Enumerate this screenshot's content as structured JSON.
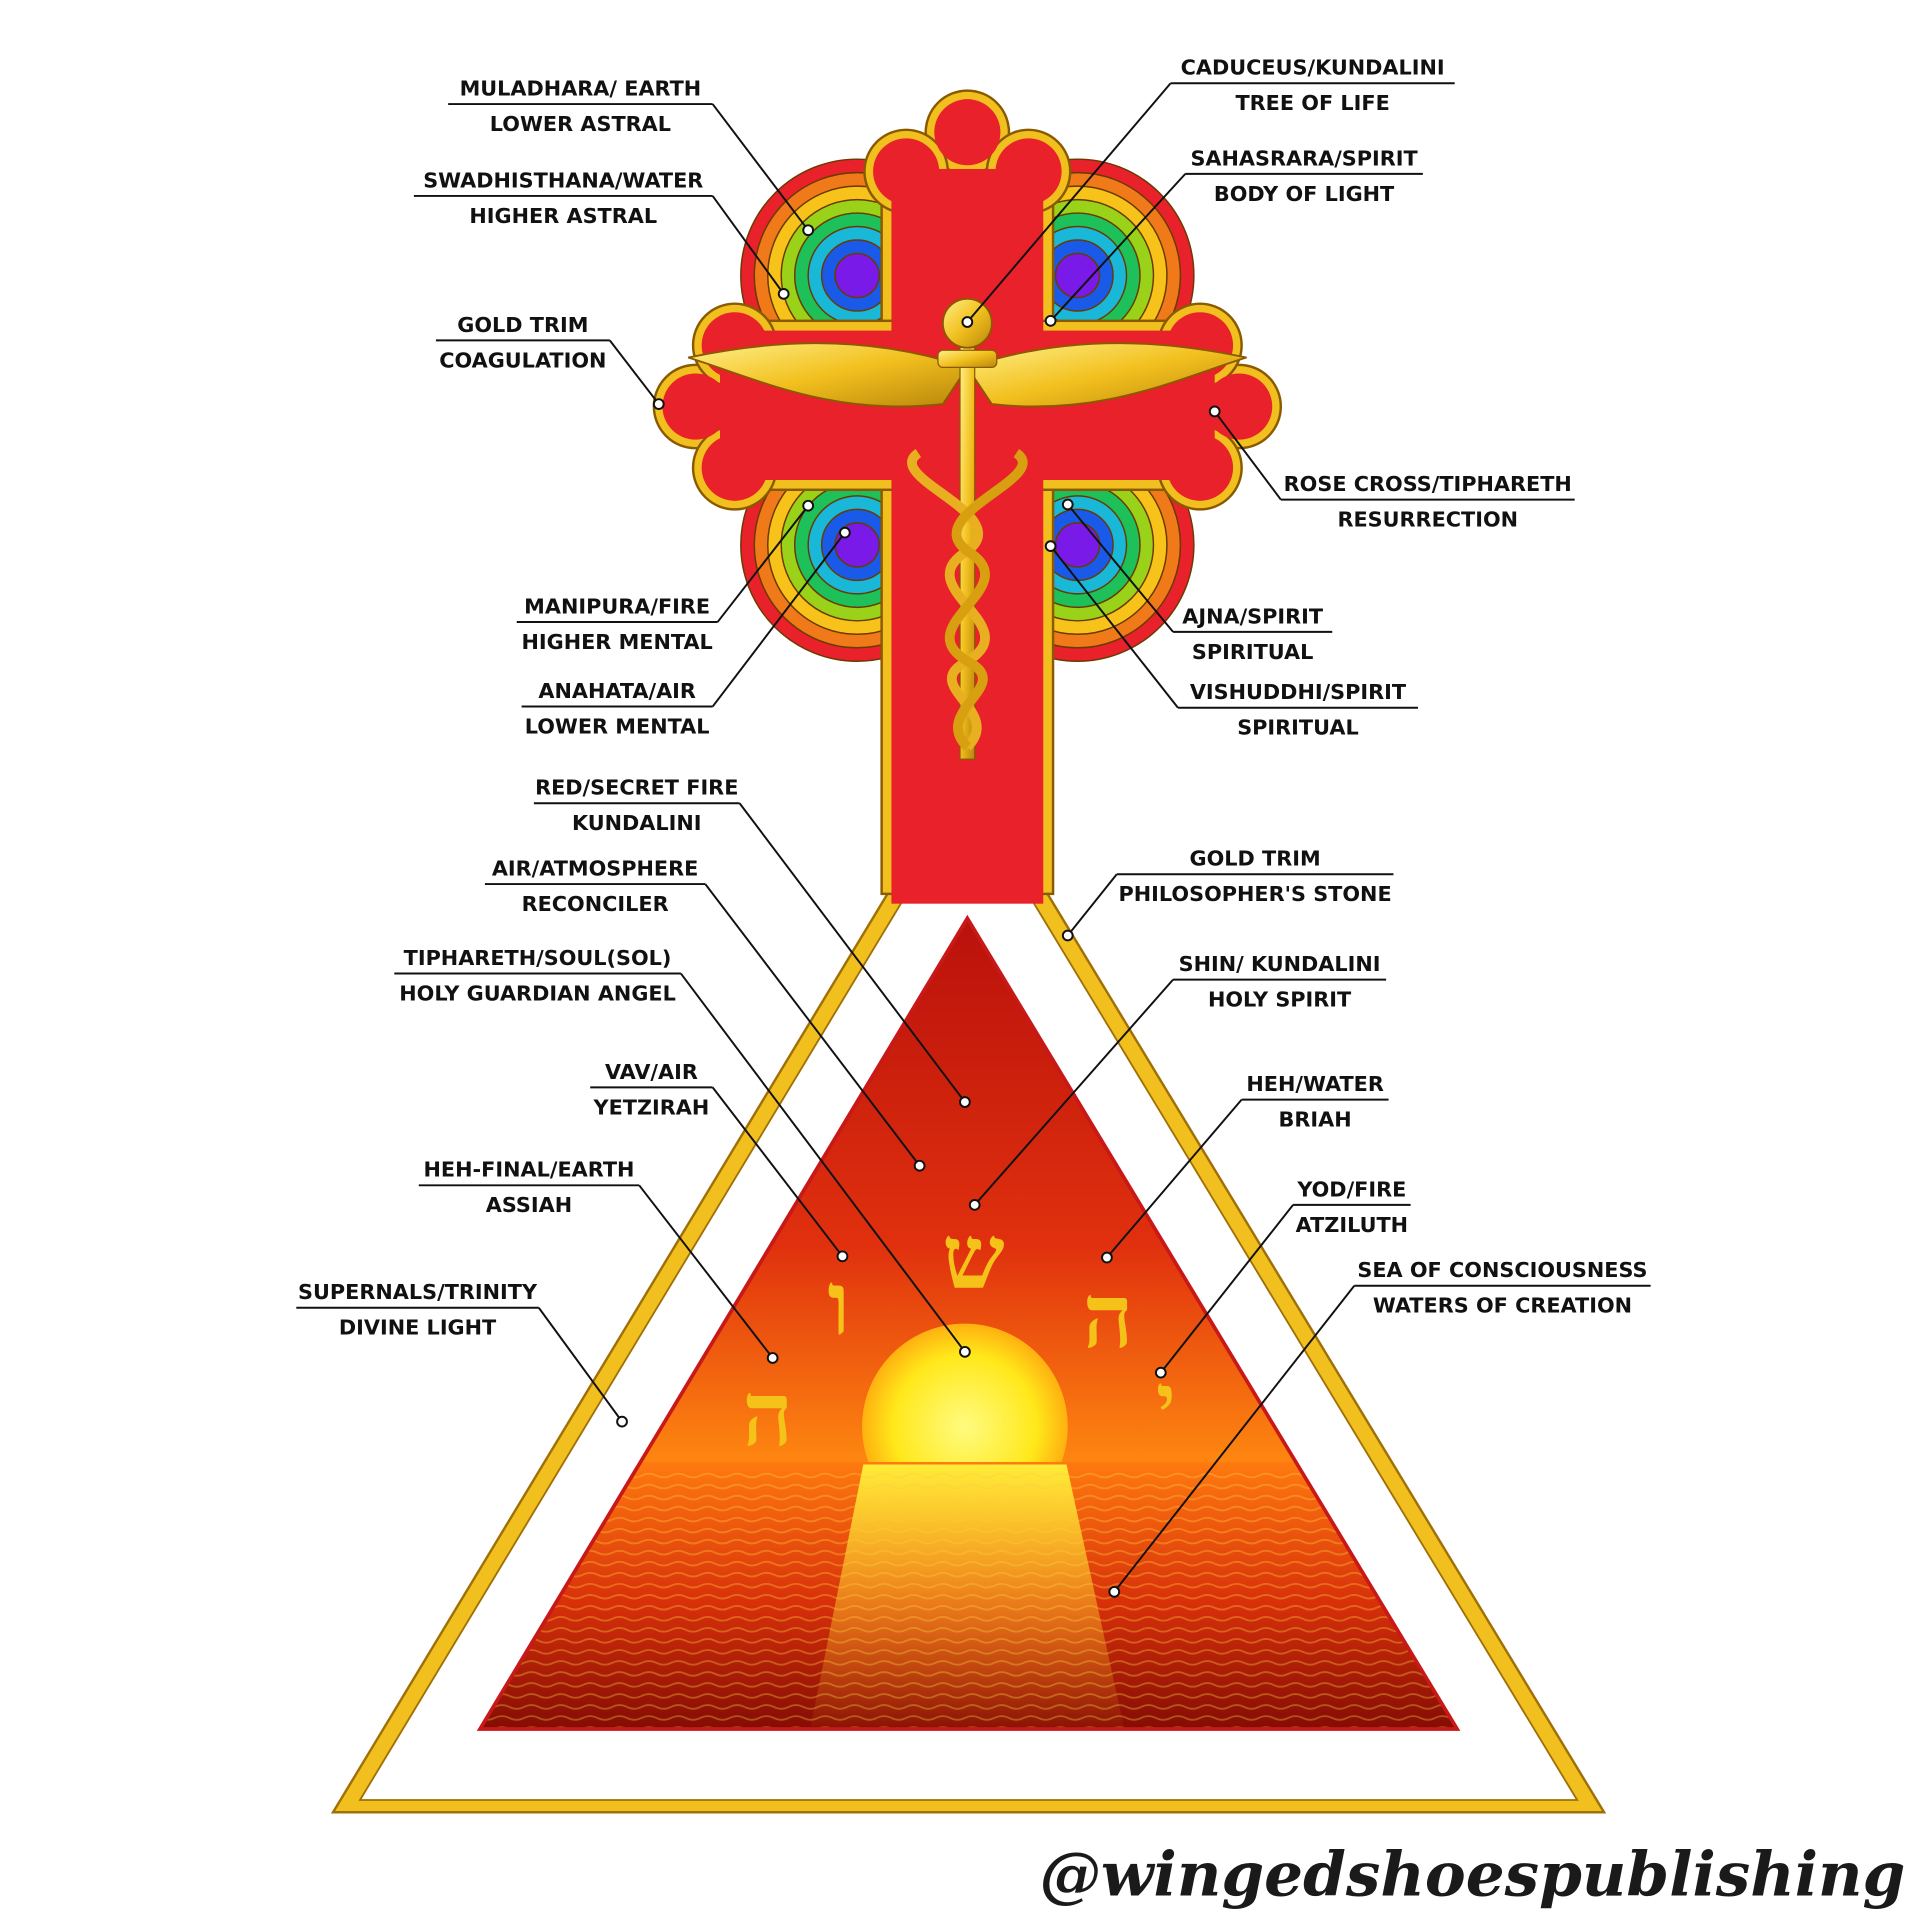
{
  "labels": [
    {
      "id": "muladhara",
      "line1": "MULADHARA/ EARTH",
      "line2": "LOWER ASTRAL"
    },
    {
      "id": "swadhisthana",
      "line1": "SWADHISTHANA/WATER",
      "line2": "HIGHER ASTRAL"
    },
    {
      "id": "gold-trim-coagulation",
      "line1": "GOLD TRIM",
      "line2": "COAGULATION"
    },
    {
      "id": "manipura",
      "line1": "MANIPURA/FIRE",
      "line2": "HIGHER MENTAL"
    },
    {
      "id": "anahata",
      "line1": "ANAHATA/AIR",
      "line2": "LOWER MENTAL"
    },
    {
      "id": "red-secret-fire",
      "line1": "RED/SECRET FIRE",
      "line2": "KUNDALINI"
    },
    {
      "id": "air-atmosphere",
      "line1": "AIR/ATMOSPHERE",
      "line2": "RECONCILER"
    },
    {
      "id": "tiphareth-soul",
      "line1": "TIPHARETH/SOUL(SOL)",
      "line2": "HOLY GUARDIAN ANGEL"
    },
    {
      "id": "vav-air",
      "line1": "VAV/AIR",
      "line2": "YETZIRAH"
    },
    {
      "id": "heh-final-earth",
      "line1": "HEH-FINAL/EARTH",
      "line2": "ASSIAH"
    },
    {
      "id": "supernals-trinity",
      "line1": "SUPERNALS/TRINITY",
      "line2": "DIVINE LIGHT"
    },
    {
      "id": "caduceus",
      "line1": "CADUCEUS/KUNDALINI",
      "line2": "TREE OF LIFE"
    },
    {
      "id": "sahasrara",
      "line1": "SAHASRARA/SPIRIT",
      "line2": "BODY OF LIGHT"
    },
    {
      "id": "rose-cross",
      "line1": "ROSE CROSS/TIPHARETH",
      "line2": "RESURRECTION"
    },
    {
      "id": "ajna",
      "line1": "AJNA/SPIRIT",
      "line2": "SPIRITUAL"
    },
    {
      "id": "vishuddhi",
      "line1": "VISHUDDHI/SPIRIT",
      "line2": "SPIRITUAL"
    },
    {
      "id": "gold-trim-philosophers-stone",
      "line1": "GOLD TRIM",
      "line2": "PHILOSOPHER'S STONE"
    },
    {
      "id": "shin-kundalini",
      "line1": "SHIN/ KUNDALINI",
      "line2": "HOLY SPIRIT"
    },
    {
      "id": "heh-water",
      "line1": "HEH/WATER",
      "line2": "BRIAH"
    },
    {
      "id": "yod-fire",
      "line1": "YOD/FIRE",
      "line2": "ATZILUTH"
    },
    {
      "id": "sea-of-consciousness",
      "line1": "SEA OF CONSCIOUSNESS",
      "line2": "WATERS OF CREATION"
    }
  ],
  "hebrew": {
    "shin": "ש",
    "heh": "ה",
    "vav": "ו",
    "heh_final": "ה",
    "yod": "י"
  },
  "watermark": "@wingedshoespublishing",
  "colors": {
    "red": "#e8212a",
    "gold": "#f2c01e",
    "gold_dark": "#b8860b",
    "sun": "#ffe81a",
    "sea_dark": "#8a0a05"
  }
}
